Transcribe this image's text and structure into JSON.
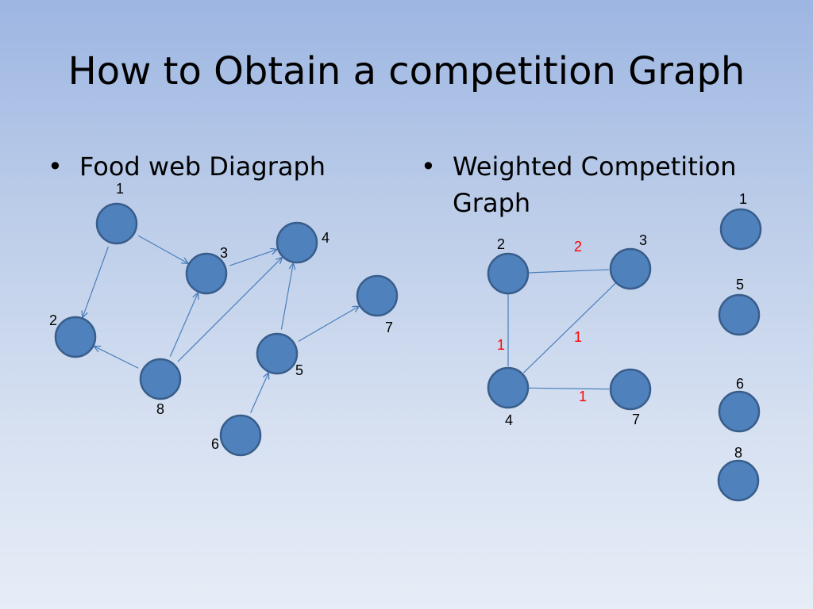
{
  "slide": {
    "title": "How to Obtain a competition Graph",
    "bullets": [
      {
        "marker": "•",
        "text": "Food web Diagraph"
      },
      {
        "marker": "•",
        "text": "Weighted Competition Graph"
      }
    ]
  },
  "colors": {
    "node_fill": "#4f81bd",
    "node_stroke": "#385d8a",
    "edge": "#4a7ebb",
    "weight": "#ff0000"
  },
  "food_web": {
    "nodes": [
      "1",
      "2",
      "3",
      "4",
      "5",
      "6",
      "7",
      "8"
    ],
    "arcs": [
      {
        "from": "1",
        "to": "2"
      },
      {
        "from": "1",
        "to": "3"
      },
      {
        "from": "3",
        "to": "4"
      },
      {
        "from": "8",
        "to": "2"
      },
      {
        "from": "8",
        "to": "3"
      },
      {
        "from": "8",
        "to": "4"
      },
      {
        "from": "5",
        "to": "4"
      },
      {
        "from": "5",
        "to": "7"
      },
      {
        "from": "6",
        "to": "5"
      }
    ]
  },
  "competition_graph": {
    "nodes": [
      "1",
      "2",
      "3",
      "4",
      "5",
      "6",
      "7",
      "8"
    ],
    "edges": [
      {
        "a": "2",
        "b": "3",
        "weight": "2"
      },
      {
        "a": "2",
        "b": "4",
        "weight": "1"
      },
      {
        "a": "3",
        "b": "4",
        "weight": "1"
      },
      {
        "a": "4",
        "b": "7",
        "weight": "1"
      }
    ]
  }
}
